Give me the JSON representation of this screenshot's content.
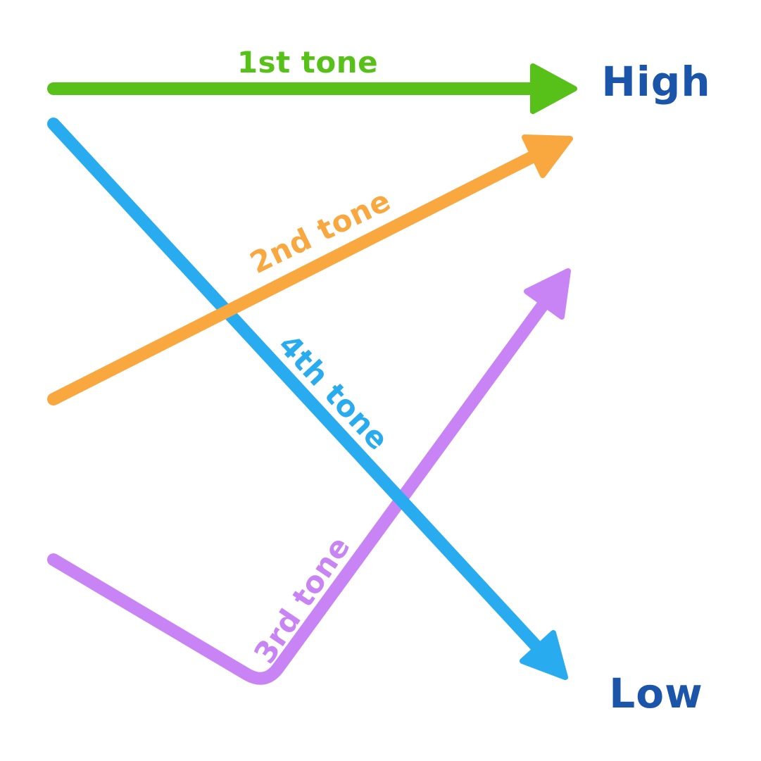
{
  "diagram": {
    "title_semantic": "Mandarin tone pitch contours",
    "background_color": "#ffffff",
    "axis": {
      "high_label": "High",
      "low_label": "Low",
      "label_color": "#1b55a9"
    },
    "tones": [
      {
        "label": "1st tone",
        "color": "#57c119",
        "contour": "flat-high"
      },
      {
        "label": "2nd tone",
        "color": "#f9a840",
        "contour": "rising"
      },
      {
        "label": "3rd tone",
        "color": "#c884f4",
        "contour": "dip-then-rise"
      },
      {
        "label": "4th tone",
        "color": "#29abf0",
        "contour": "falling"
      }
    ]
  }
}
